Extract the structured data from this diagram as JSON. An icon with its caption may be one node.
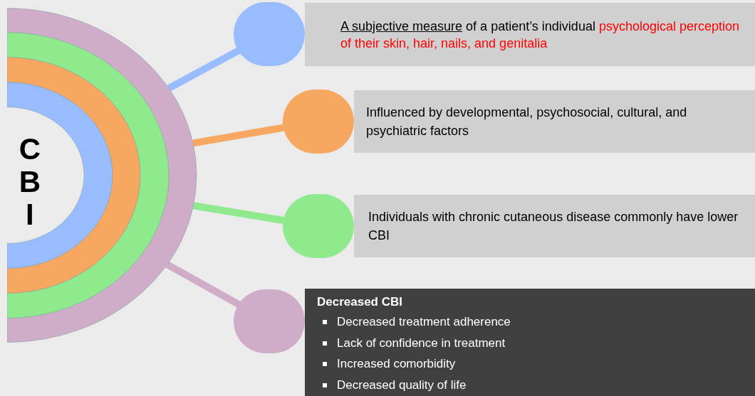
{
  "diagram": {
    "nodes": [
      {
        "text": [
          "CBI"
        ]
      },
      {
        "text": [],
        "shape": "circle"
      },
      {
        "text": [
          "A subjective measure",
          "of a patient’s individual",
          "psychological perception of their skin, hair, nails, and genitalia"
        ]
      },
      {
        "text": [],
        "shape": "circle"
      },
      {
        "text": [
          "Influenced by developmental, psychosocial, cultural, and psychiatric factors"
        ]
      },
      {
        "text": [],
        "shape": "circle"
      },
      {
        "text": [
          "Individuals with chronic cutaneous disease commonly have lower CBI"
        ]
      },
      {
        "text": [],
        "shape": "circle"
      },
      {
        "text": [
          "Decreased CBI",
          "Decreased treatment adherence",
          "Lack of confidence in treatment",
          "Increased comorbidity",
          "Decreased quality of life"
        ]
      }
    ],
    "edges": [
      {
        "from": 0,
        "to": 1,
        "arrow": "none",
        "color": "#99bbff"
      },
      {
        "from": 0,
        "to": 3,
        "arrow": "none",
        "color": "#f7a760"
      },
      {
        "from": 0,
        "to": 5,
        "arrow": "none",
        "color": "#8eea8c"
      },
      {
        "from": 0,
        "to": 7,
        "arrow": "none",
        "color": "#cfadc9"
      }
    ]
  }
}
